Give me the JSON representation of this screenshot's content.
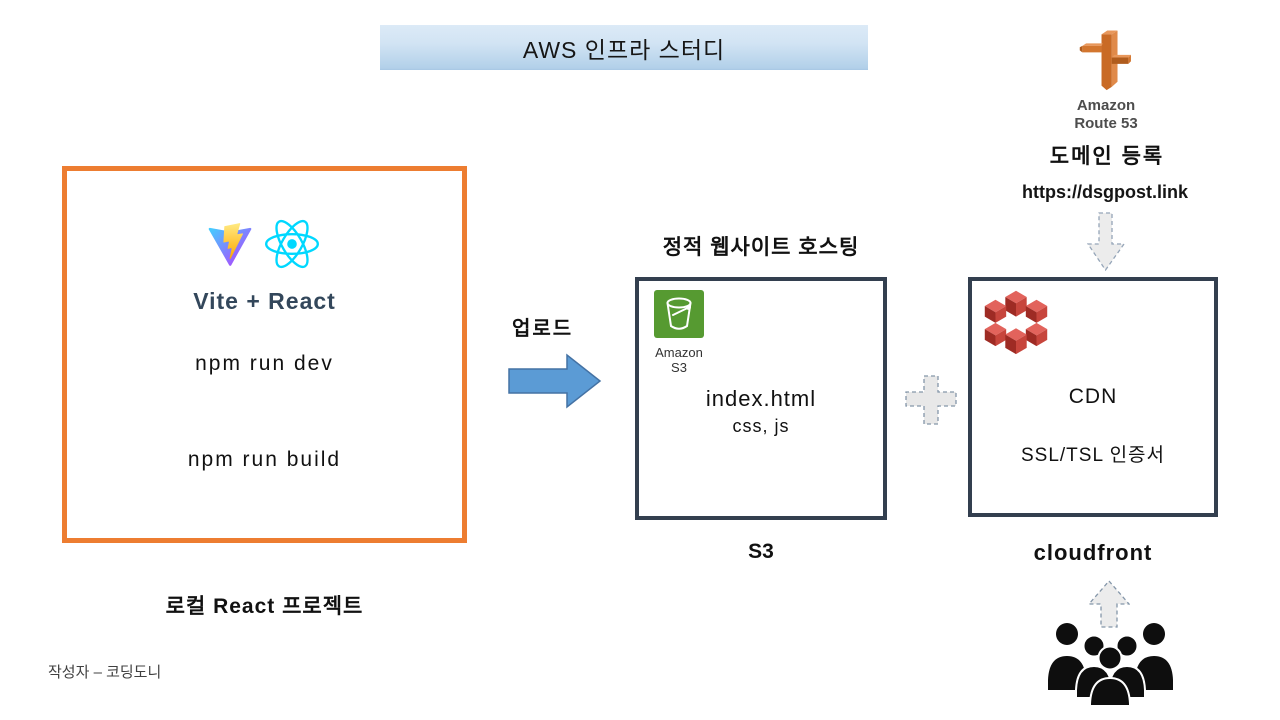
{
  "title_banner": {
    "text": "AWS 인프라 스터디"
  },
  "route53": {
    "icon": "route53-icon",
    "label_line1": "Amazon",
    "label_line2": "Route 53",
    "caption": "도메인 등록",
    "url": "https://dsgpost.link"
  },
  "local_project": {
    "vite_icon": "vite-icon",
    "react_icon": "react-icon",
    "title": "Vite + React",
    "command_dev": "npm run dev",
    "command_build": "npm run build",
    "caption": "로컬 React 프로젝트"
  },
  "upload": {
    "label": "업로드",
    "icon": "upload-arrow-icon"
  },
  "s3": {
    "heading": "정적 웹사이트 호스팅",
    "icon": "s3-bucket-icon",
    "icon_label_line1": "Amazon",
    "icon_label_line2": "S3",
    "file_main": "index.html",
    "file_sub": "css, js",
    "caption": "S3"
  },
  "cloudfront": {
    "icon": "cloudfront-icon",
    "line1": "CDN",
    "line2": "SSL/TSL 인증서",
    "caption": "cloudfront"
  },
  "connectors": {
    "plus_icon": "plus-dashed-icon",
    "down_arrow": "down-dashed-arrow-icon",
    "up_arrow": "up-dashed-arrow-icon",
    "crowd_icon": "users-crowd-icon"
  },
  "footer": {
    "author": "작성자 – 코딩도니"
  },
  "colors": {
    "banner_top": "#dceaf7",
    "banner_bottom": "#b2d0e9",
    "orange_border": "#ED7D31",
    "dark_border": "#333F4F",
    "arrow_blue": "#5B9BD5",
    "s3_green": "#569A31",
    "route53_orange": "#D4792E",
    "cloudfront_red": "#C7453C",
    "react_cyan": "#00D8FF"
  }
}
